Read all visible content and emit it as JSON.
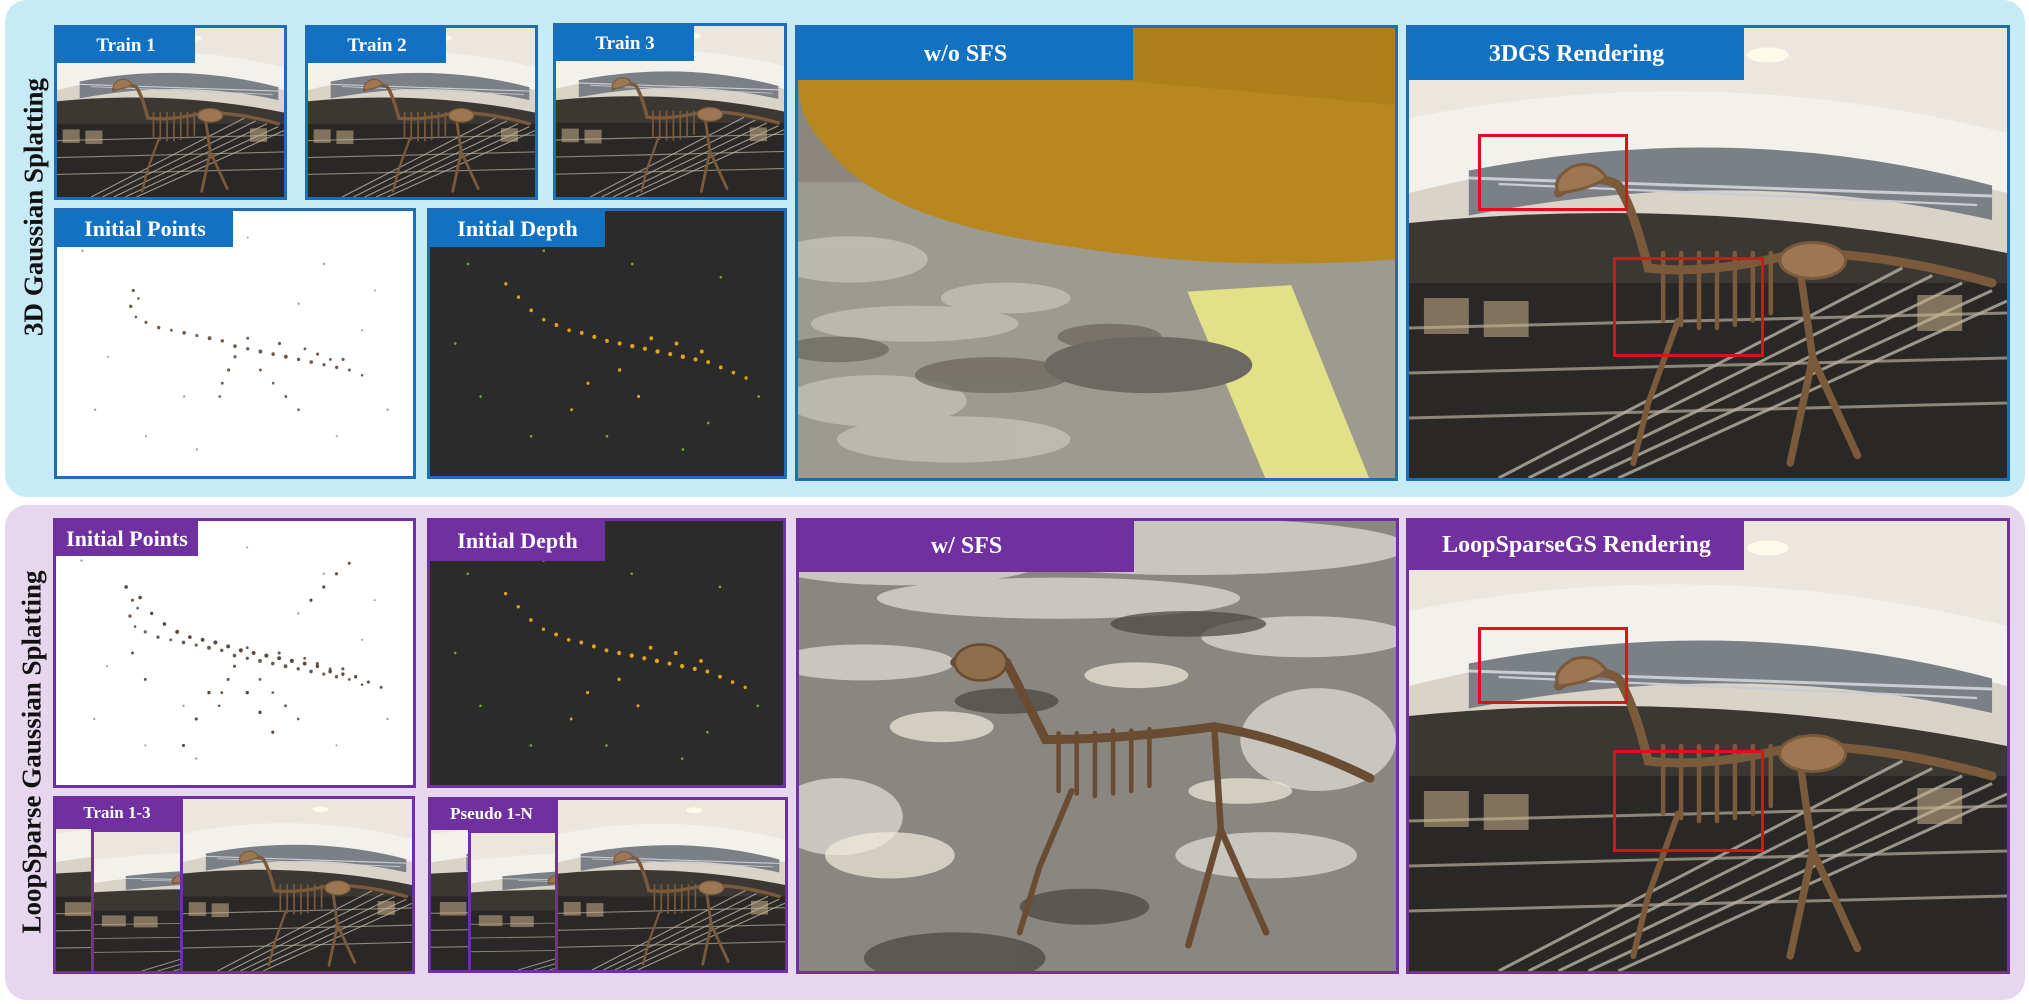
{
  "rows": [
    {
      "label": "3D Gaussian Splatting",
      "panels": {
        "train1": "Train 1",
        "train2": "Train 2",
        "train3": "Train 3",
        "initial_points": "Initial Points",
        "initial_depth": "Initial Depth",
        "sfs": "w/o SFS",
        "rendering": "3DGS Rendering"
      }
    },
    {
      "label": "LoopSparse Gaussian Splatting",
      "panels": {
        "initial_points": "Initial Points",
        "initial_depth": "Initial Depth",
        "train_stack": "Train 1-3",
        "pseudo_stack": "Pseudo 1-N",
        "sfs": "w/ SFS",
        "rendering": "LoopSparseGS Rendering"
      }
    }
  ],
  "colors": {
    "top_background": "#c6ebf7",
    "bottom_background": "#e6d7ee",
    "top_accent": "#1271c0",
    "bottom_accent": "#7030a0",
    "highlight_box": "#e0101a"
  }
}
